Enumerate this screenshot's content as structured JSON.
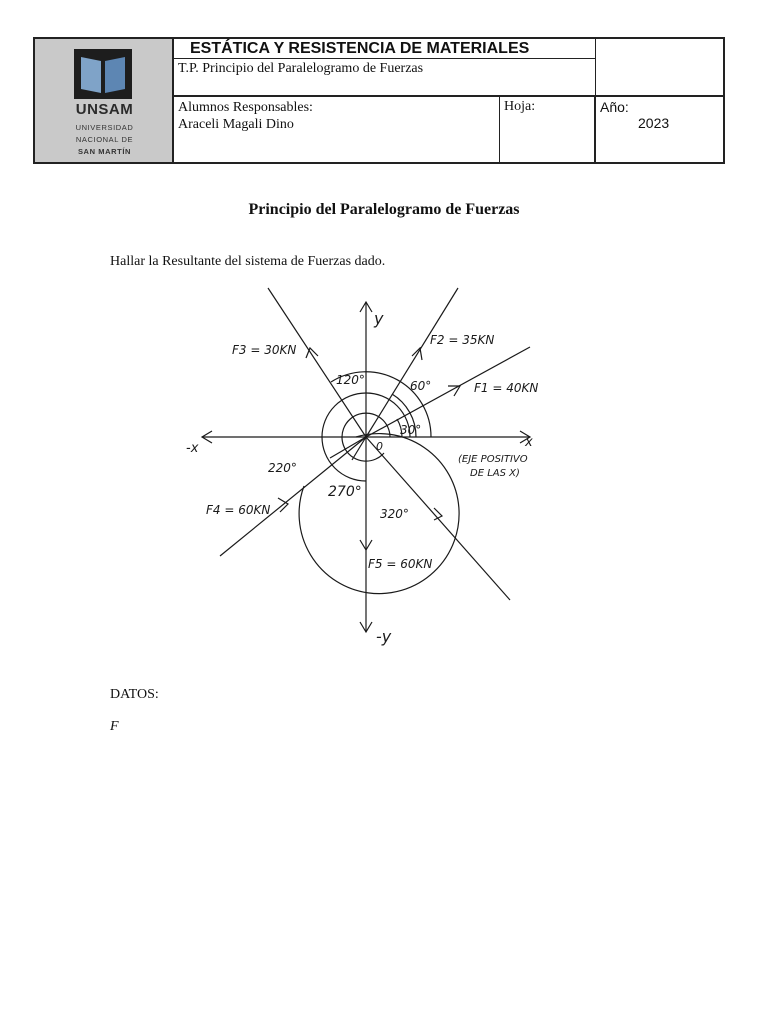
{
  "header": {
    "logo": {
      "name": "UNSAM",
      "subtitle_lines": [
        "UNIVERSIDAD",
        "NACIONAL DE",
        "SAN MARTÍN"
      ]
    },
    "course_title": "ESTÁTICA Y RESISTENCIA DE MATERIALES",
    "tp_title": "T.P. Principio del Paralelogramo de Fuerzas",
    "students_label": "Alumnos Responsables:",
    "students_name": "Araceli Magali Dino",
    "hoja_label": "Hoja:",
    "year_label": "Año:",
    "year_value": "2023"
  },
  "document": {
    "title": "Principio del Paralelogramo de Fuerzas",
    "instruction": "Hallar la Resultante del sistema de Fuerzas dado.",
    "datos_label": "DATOS:",
    "f_label": "F"
  },
  "diagram": {
    "axis_labels": {
      "x_pos": "x",
      "x_neg": "-x",
      "y_pos": "y",
      "y_neg": "-y",
      "origin": "0"
    },
    "forces": [
      {
        "label": "F1 = 40KN",
        "angle_deg": 30
      },
      {
        "label": "F2 = 35KN",
        "angle_deg": 60
      },
      {
        "label": "F3 = 30KN",
        "angle_deg": 120
      },
      {
        "label": "F4 = 60KN",
        "angle_deg": 220
      },
      {
        "label": "F5 = 60KN",
        "angle_deg": 270
      },
      {
        "label": "",
        "angle_deg": 320
      }
    ],
    "angle_labels": [
      "30°",
      "60°",
      "120°",
      "220°",
      "270°",
      "320°"
    ],
    "note_lines": [
      "(EJE POSITIVO",
      "DE LAS X)"
    ],
    "colors": {
      "ink": "#1a1a1a",
      "logo_bg": "#c9c9c9",
      "logo_mark": "#6a90b8"
    }
  }
}
